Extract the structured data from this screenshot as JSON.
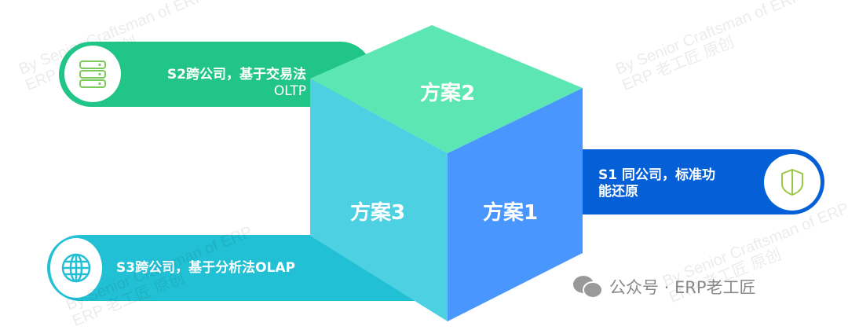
{
  "watermark": {
    "line1": "By Senior Craftsman of ERP",
    "line2": "ERP 老工匠 原创"
  },
  "s2": {
    "title": "S2跨公司，基于交易法",
    "sub": "OLTP",
    "icon": "server-icon",
    "color": "#20C587"
  },
  "s1": {
    "title": "S1 同公司，标准功",
    "title2": "能还原",
    "icon": "shield-icon",
    "color": "#0560D8"
  },
  "s3": {
    "title": "S3跨公司，基于分析法OLAP",
    "icon": "globe-icon",
    "color": "#22C0D4"
  },
  "cube": {
    "top": "方案2",
    "left": "方案3",
    "right": "方案1",
    "top_color": "#5CE6B3",
    "left_color": "#4DD0E1",
    "right_color": "#4A96FF"
  },
  "footer": {
    "text": "公众号 · ERP老工匠",
    "icon": "wechat-icon"
  }
}
